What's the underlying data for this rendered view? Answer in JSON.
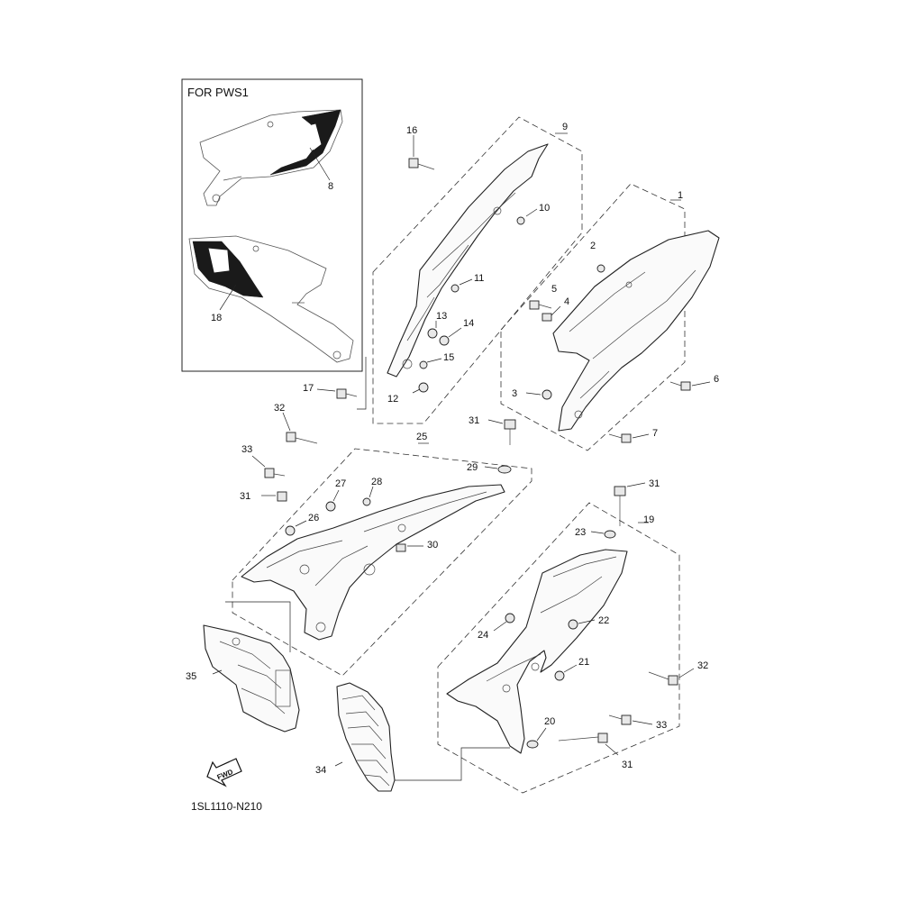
{
  "inset_title": "FOR PWS1",
  "diagram_code": "1SL1110-N210",
  "fwd_label": "FWD",
  "callouts": [
    {
      "id": "c1",
      "text": "1"
    },
    {
      "id": "c2",
      "text": "2"
    },
    {
      "id": "c3",
      "text": "3"
    },
    {
      "id": "c4",
      "text": "4"
    },
    {
      "id": "c5",
      "text": "5"
    },
    {
      "id": "c6",
      "text": "6"
    },
    {
      "id": "c7",
      "text": "7"
    },
    {
      "id": "c8",
      "text": "8"
    },
    {
      "id": "c9",
      "text": "9"
    },
    {
      "id": "c10",
      "text": "10"
    },
    {
      "id": "c11",
      "text": "11"
    },
    {
      "id": "c12",
      "text": "12"
    },
    {
      "id": "c13",
      "text": "13"
    },
    {
      "id": "c14",
      "text": "14"
    },
    {
      "id": "c15",
      "text": "15"
    },
    {
      "id": "c16",
      "text": "16"
    },
    {
      "id": "c17",
      "text": "17"
    },
    {
      "id": "c18",
      "text": "18"
    },
    {
      "id": "c19",
      "text": "19"
    },
    {
      "id": "c20",
      "text": "20"
    },
    {
      "id": "c21",
      "text": "21"
    },
    {
      "id": "c22",
      "text": "22"
    },
    {
      "id": "c23",
      "text": "23"
    },
    {
      "id": "c24",
      "text": "24"
    },
    {
      "id": "c25",
      "text": "25"
    },
    {
      "id": "c26",
      "text": "26"
    },
    {
      "id": "c27",
      "text": "27"
    },
    {
      "id": "c28",
      "text": "28"
    },
    {
      "id": "c29",
      "text": "29"
    },
    {
      "id": "c30",
      "text": "30"
    },
    {
      "id": "c31a",
      "text": "31"
    },
    {
      "id": "c31b",
      "text": "31"
    },
    {
      "id": "c31c",
      "text": "31"
    },
    {
      "id": "c31d",
      "text": "31"
    },
    {
      "id": "c32a",
      "text": "32"
    },
    {
      "id": "c32b",
      "text": "32"
    },
    {
      "id": "c33a",
      "text": "33"
    },
    {
      "id": "c33b",
      "text": "33"
    },
    {
      "id": "c34",
      "text": "34"
    },
    {
      "id": "c35",
      "text": "35"
    }
  ]
}
